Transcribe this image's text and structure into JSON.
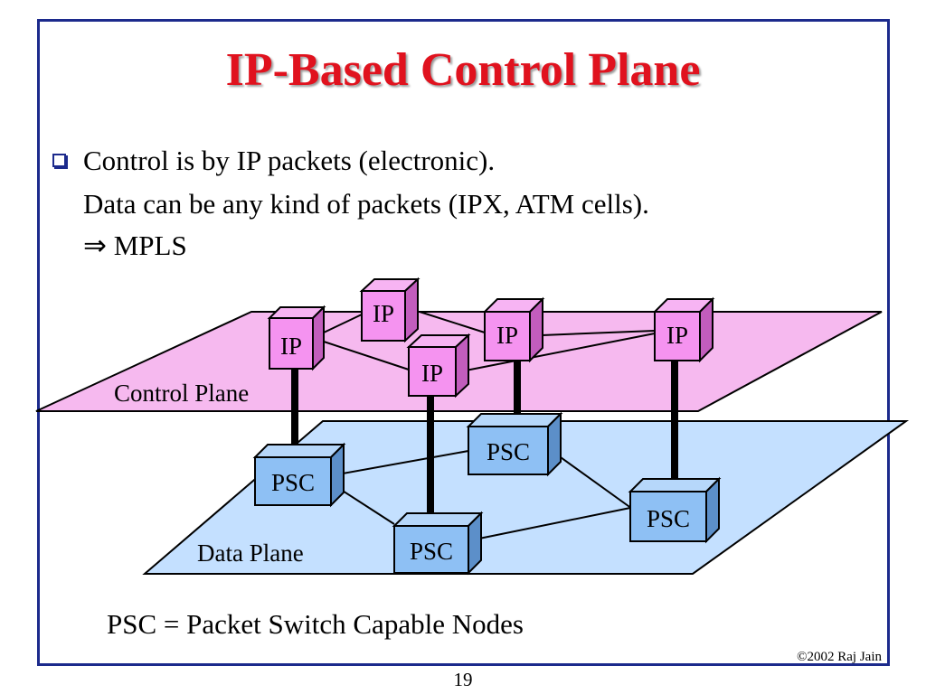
{
  "slide": {
    "title": "IP-Based Control Plane",
    "bullet": {
      "line1": "Control is by IP packets (electronic).",
      "line2": "Data can be any kind of packets (IPX, ATM cells).",
      "line3": "⇒ MPLS"
    },
    "definition": "PSC = Packet Switch Capable Nodes",
    "copyright": "©2002 Raj Jain",
    "page_number": "19"
  },
  "diagram": {
    "control_plane_label": "Control Plane",
    "data_plane_label": "Data Plane",
    "control_nodes": [
      {
        "id": "ip1",
        "label": "IP"
      },
      {
        "id": "ip2",
        "label": "IP"
      },
      {
        "id": "ip3",
        "label": "IP"
      },
      {
        "id": "ip4",
        "label": "IP"
      },
      {
        "id": "ip5",
        "label": "IP"
      }
    ],
    "data_nodes": [
      {
        "id": "psc1",
        "label": "PSC"
      },
      {
        "id": "psc2",
        "label": "PSC"
      },
      {
        "id": "psc3",
        "label": "PSC"
      },
      {
        "id": "psc4",
        "label": "PSC"
      }
    ],
    "colors": {
      "control_plane": "#f6b9ef",
      "data_plane": "#c4e0ff",
      "ip_node": "#f593f0",
      "psc_node": "#8ec0f4",
      "title": "#e0121e",
      "frame": "#1c2a8c"
    }
  }
}
